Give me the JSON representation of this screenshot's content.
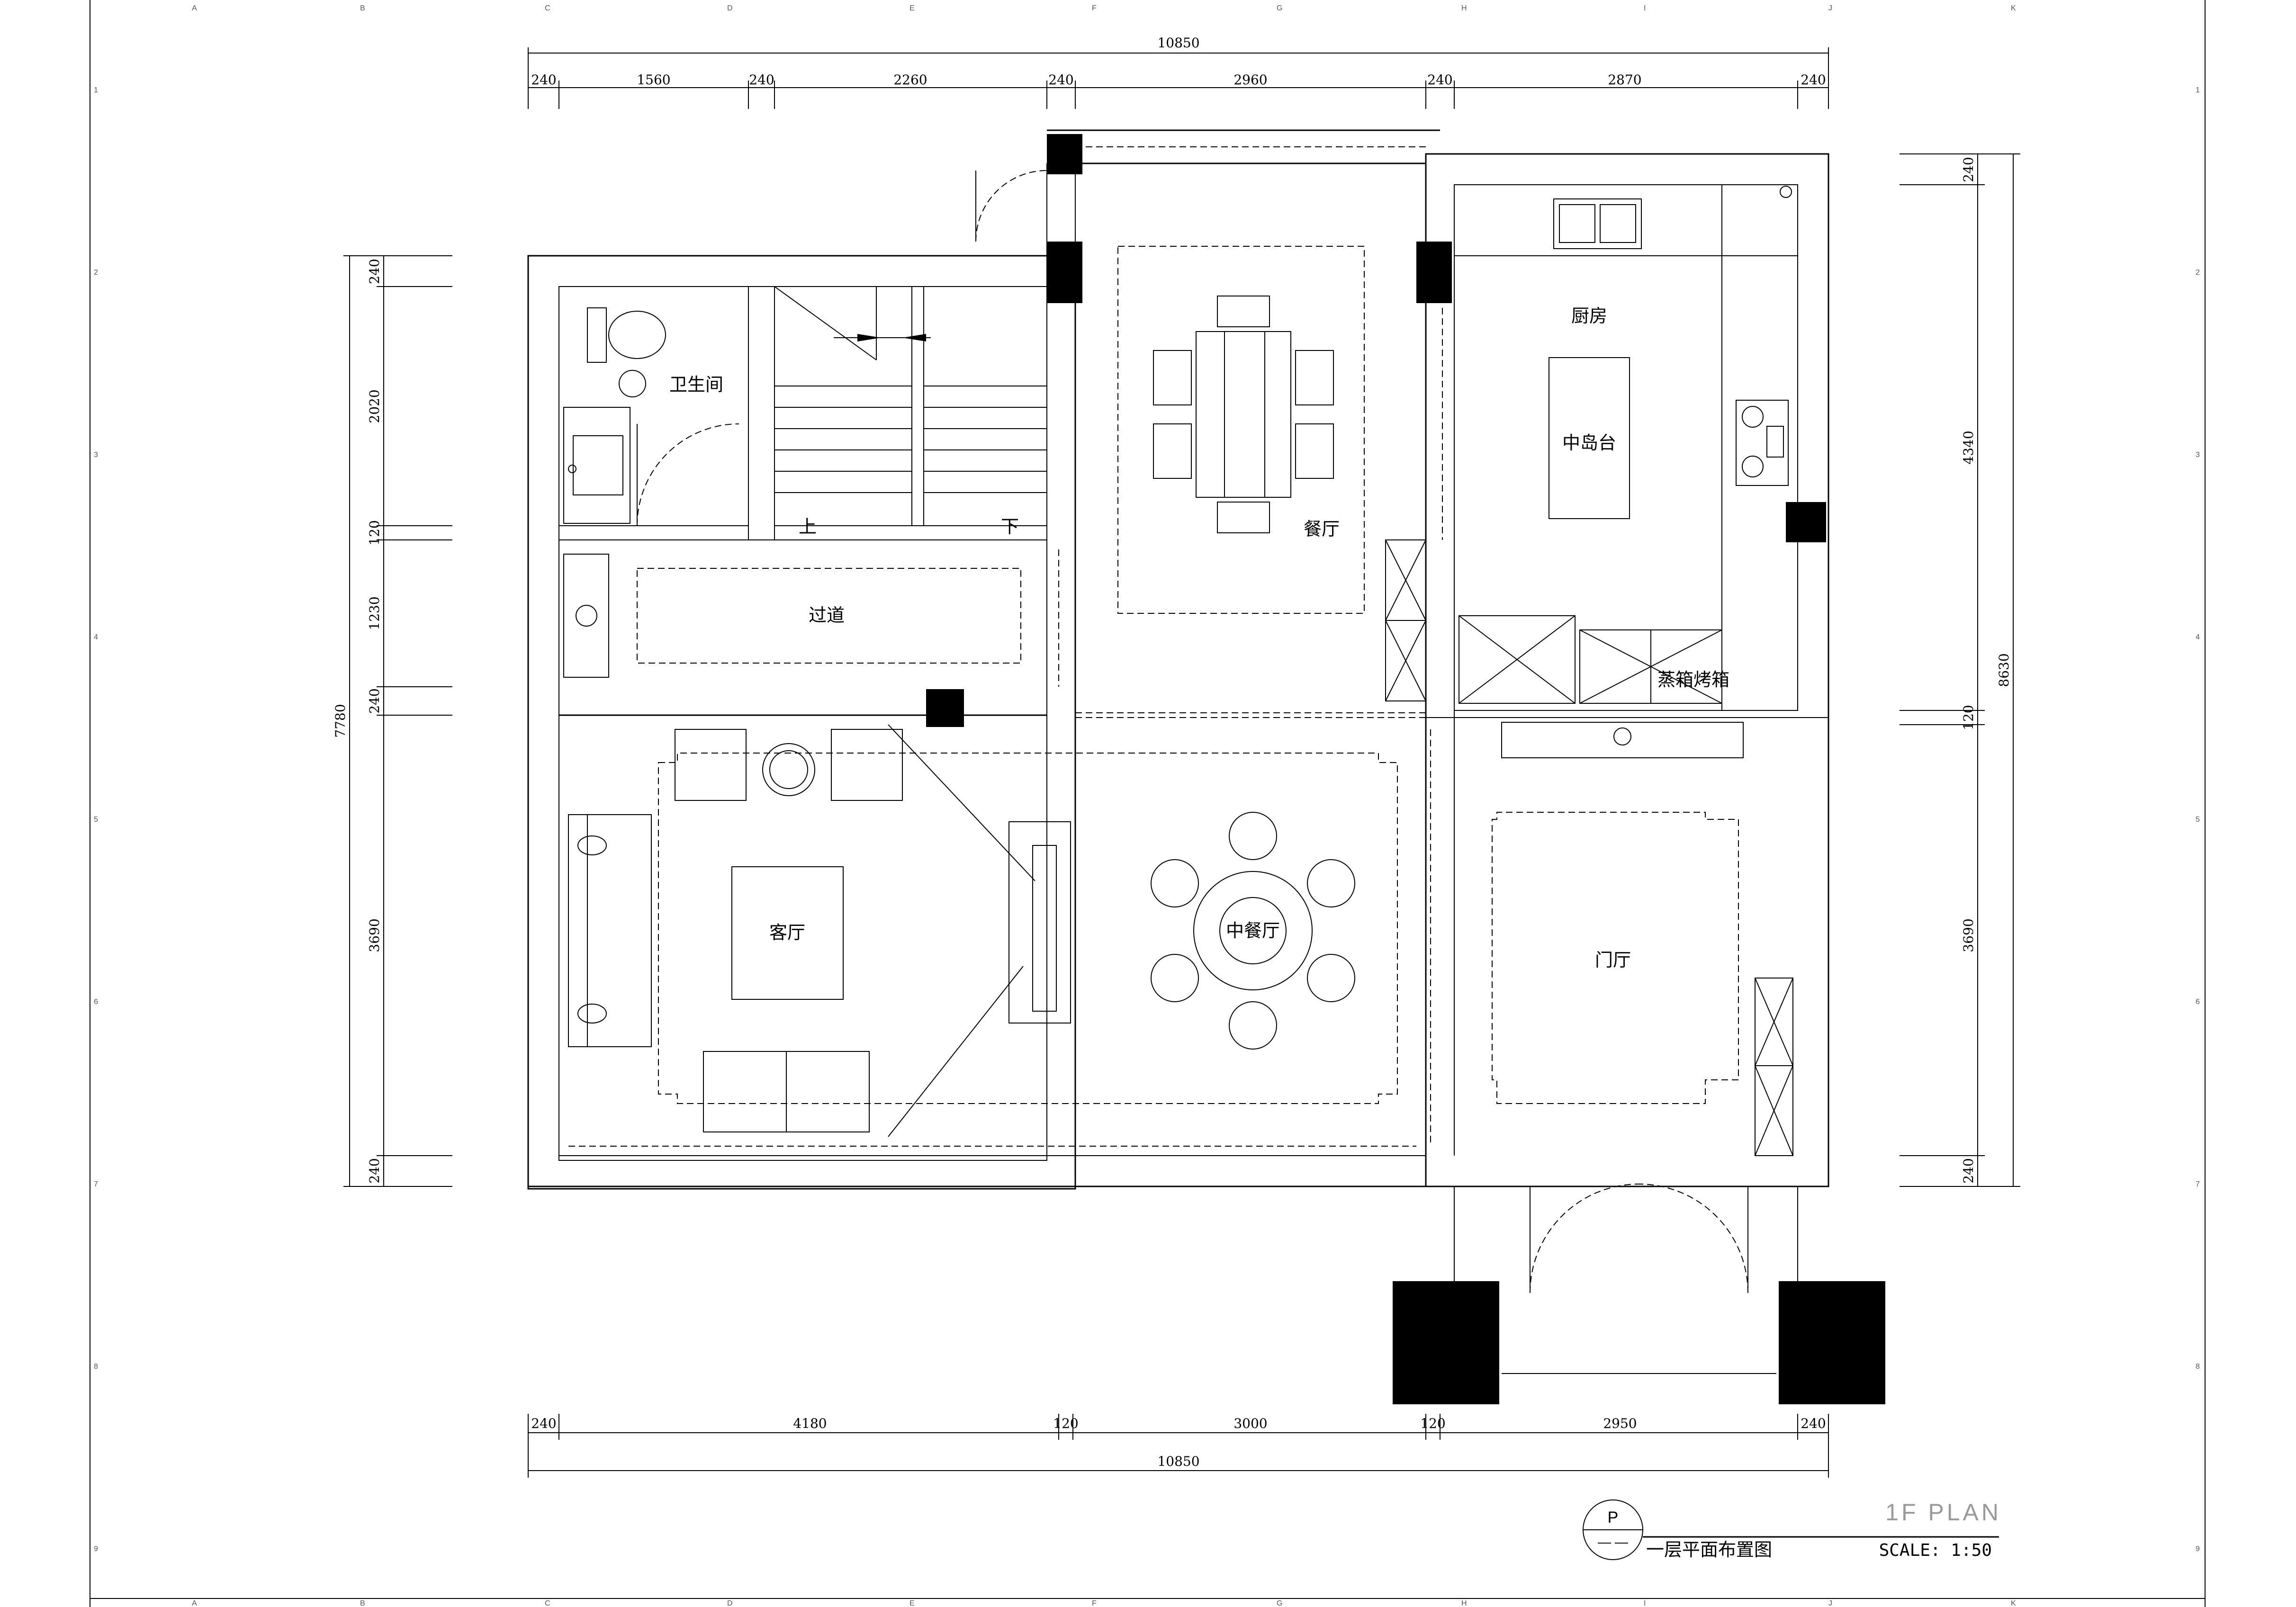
{
  "drawing": {
    "title_cn": "一层平面布置图",
    "title_en": "1F  PLAN",
    "scale": "SCALE: 1:50",
    "symbol_letter": "P",
    "symbol_mark": "—  —"
  },
  "rooms": {
    "bathroom": "卫生间",
    "corridor": "过道",
    "dining": "餐厅",
    "kitchen": "厨房",
    "island": "中岛台",
    "steam_oven": "蒸箱烤箱",
    "living": "客厅",
    "chinese_dining": "中餐厅",
    "foyer": "门厅",
    "stair_up": "上",
    "stair_down": "下"
  },
  "dimensions": {
    "top_total": "10850",
    "top": [
      "240",
      "1560",
      "240",
      "2260",
      "240",
      "2960",
      "240",
      "2870",
      "240"
    ],
    "bottom": [
      "240",
      "4180",
      "120",
      "3000",
      "120",
      "2950",
      "240"
    ],
    "bottom_total": "10850",
    "left": [
      "240",
      "2020",
      "120",
      "1230",
      "240",
      "3690",
      "240"
    ],
    "left_total": "7780",
    "right": [
      "240",
      "4340",
      "120",
      "3690",
      "240"
    ],
    "right_total": "8630"
  },
  "grid": {
    "columns": [
      "A",
      "B",
      "C",
      "D",
      "E",
      "F",
      "G",
      "H",
      "I",
      "J",
      "K"
    ],
    "rows": [
      "1",
      "2",
      "3",
      "4",
      "5",
      "6",
      "7",
      "8",
      "9"
    ]
  }
}
